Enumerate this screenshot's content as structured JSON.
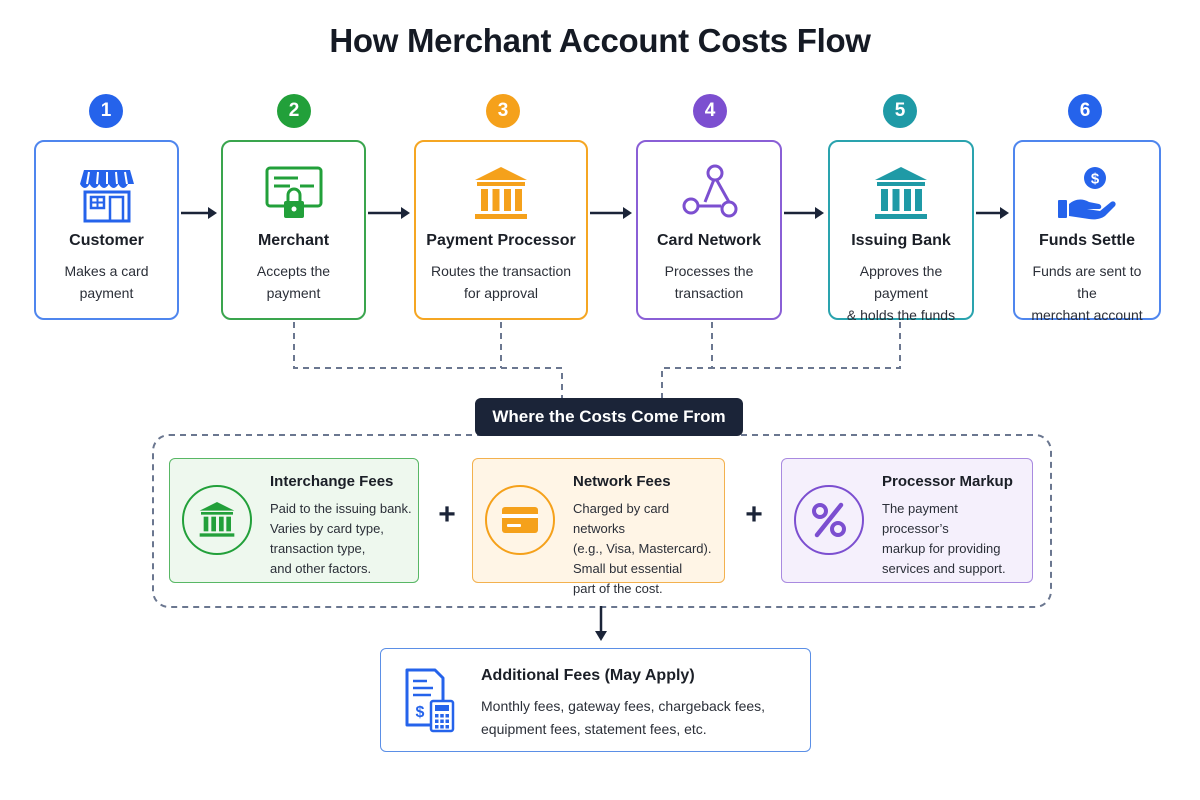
{
  "title": "How Merchant Account Costs Flow",
  "steps": [
    {
      "number": "1",
      "title": "Customer",
      "desc": "Makes a card\npayment",
      "icon": "storefront-icon",
      "color": "#2563eb"
    },
    {
      "number": "2",
      "title": "Merchant",
      "desc": "Accepts the\npayment",
      "icon": "card-reader-lock-icon",
      "color": "#22a03a"
    },
    {
      "number": "3",
      "title": "Payment Processor",
      "desc": "Routes the transaction\nfor approval",
      "icon": "bank-building-icon",
      "color": "#f5a11b"
    },
    {
      "number": "4",
      "title": "Card Network",
      "desc": "Processes the\ntransaction",
      "icon": "network-nodes-icon",
      "color": "#7c4fd0"
    },
    {
      "number": "5",
      "title": "Issuing Bank",
      "desc": "Approves the payment\n& holds the funds",
      "icon": "bank-building-icon",
      "color": "#1f9aa6"
    },
    {
      "number": "6",
      "title": "Funds Settle",
      "desc": "Funds are sent to the\nmerchant account",
      "icon": "hand-dollar-icon",
      "color": "#2563eb"
    }
  ],
  "costs_label": "Where the Costs Come From",
  "fees": [
    {
      "title": "Interchange Fees",
      "desc": "Paid to the issuing bank.\nVaries by card type,\ntransaction type,\nand other factors.",
      "icon": "bank-building-icon",
      "color": "#22a03a",
      "bg": "#eef8ee"
    },
    {
      "title": "Network Fees",
      "desc": "Charged by card networks\n(e.g., Visa, Mastercard).\nSmall but essential\npart of the cost.",
      "icon": "credit-card-icon",
      "color": "#f5a11b",
      "bg": "#fff5e6"
    },
    {
      "title": "Processor Markup",
      "desc": "The payment processor’s\nmarkup for providing\nservices and support.",
      "icon": "percent-icon",
      "color": "#7c4fd0",
      "bg": "#f5f0fc"
    }
  ],
  "plus_sign": "+",
  "additional": {
    "title": "Additional Fees (May Apply)",
    "desc": "Monthly fees, gateway fees, chargeback fees,\nequipment fees, statement fees, etc.",
    "icon": "invoice-calculator-icon",
    "color": "#2563eb"
  },
  "colors": {
    "dark": "#1b2438",
    "connector": "#6b7790"
  }
}
